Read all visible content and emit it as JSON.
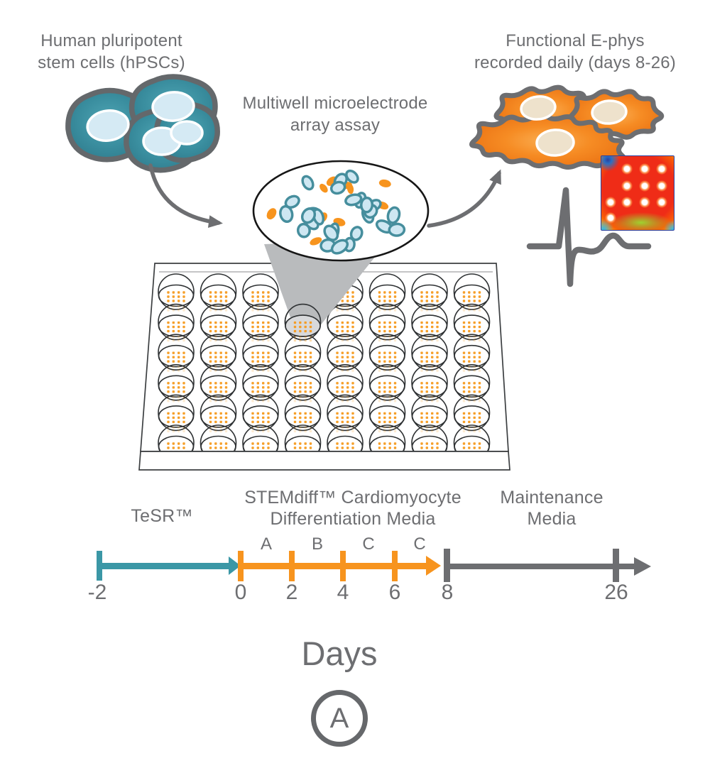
{
  "colors": {
    "teal": "#3B97A6",
    "orange": "#F7941E",
    "gray": "#6D6E71",
    "cell_outline": "#64686B",
    "nucleus_blue": "#D5EAF4",
    "cone_gray": "#B9BBBD",
    "electrode_orange": "#F59A1E"
  },
  "labels": {
    "hpsc_line1": "Human pluripotent",
    "hpsc_line2": "stem cells (hPSCs)",
    "mea_line1": "Multiwell microelectrode",
    "mea_line2": "array assay",
    "ephys_line1": "Functional E-phys",
    "ephys_line2": "recorded daily (days 8-26)"
  },
  "timeline": {
    "segment1_label": "TeSR™",
    "segment2_label_line1": "STEMdiff™ Cardiomyocyte",
    "segment2_label_line2": "Differentiation Media",
    "segment2_phases": [
      "A",
      "B",
      "C",
      "C"
    ],
    "segment3_label_line1": "Maintenance",
    "segment3_label_line2": "Media",
    "tick_labels": [
      "-2",
      "0",
      "2",
      "4",
      "6",
      "8",
      "26"
    ],
    "axis_label": "Days"
  },
  "panel_label": "A",
  "plate": {
    "rows": 6,
    "cols": 8,
    "electrode_rows": 3,
    "electrode_cols": 4
  },
  "magnifier": {
    "teal_cell_count": 27,
    "orange_dot_count": 11
  },
  "heatmap": {
    "grid_rows": 4,
    "grid_cols": 4,
    "active_electrodes": [
      [
        0,
        1,
        1,
        1
      ],
      [
        0,
        1,
        1,
        1
      ],
      [
        1,
        1,
        1,
        1
      ],
      [
        1,
        0,
        0,
        0
      ]
    ]
  }
}
